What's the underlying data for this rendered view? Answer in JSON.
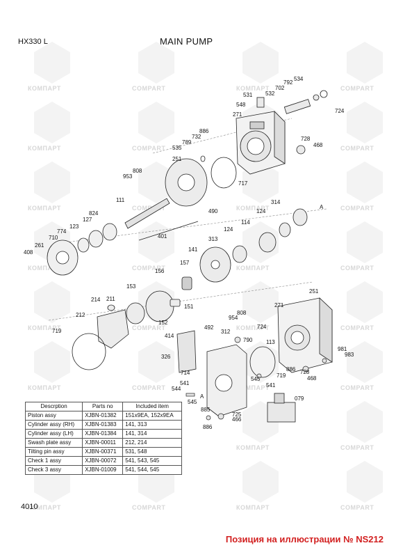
{
  "header": {
    "model": "HX330 L",
    "title": "MAIN PUMP"
  },
  "page_number": "4010",
  "footer_note": "Позиция на иллюстрации № NS212",
  "watermark": {
    "brand_ru": "КОМПАРТ",
    "brand_en": "COMPART"
  },
  "section_letters": [
    "A",
    "A"
  ],
  "callouts": [
    "534",
    "792",
    "702",
    "532",
    "531",
    "548",
    "724",
    "271",
    "886",
    "732",
    "728",
    "789",
    "468",
    "535",
    "251",
    "808",
    "717",
    "953",
    "111",
    "490",
    "314",
    "824",
    "124",
    "127",
    "123",
    "114",
    "774",
    "401",
    "710",
    "124",
    "313",
    "261",
    "408",
    "141",
    "157",
    "156",
    "153",
    "214",
    "211",
    "212",
    "151",
    "152",
    "251",
    "271",
    "808",
    "954",
    "724",
    "719",
    "492",
    "312",
    "113",
    "414",
    "790",
    "981",
    "983",
    "326",
    "886",
    "719",
    "714",
    "728",
    "468",
    "541",
    "545",
    "544",
    "541",
    "545",
    "079",
    "725",
    "466",
    "885",
    "886"
  ],
  "parts_table": {
    "headers": [
      "Descrption",
      "Parts no",
      "Included item"
    ],
    "rows": [
      [
        "Piston assy",
        "XJBN-01382",
        "151x9EA, 152x9EA"
      ],
      [
        "Cylinder assy (RH)",
        "XJBN-01383",
        "141, 313"
      ],
      [
        "Cylinder assy (LH)",
        "XJBN-01384",
        "141, 314"
      ],
      [
        "Swash plate assy",
        "XJBN-00011",
        "212, 214"
      ],
      [
        "Tilting pin assy",
        "XJBN-00371",
        "531, 548"
      ],
      [
        "Check 1 assy",
        "XJBN-00072",
        "541, 543, 545"
      ],
      [
        "Check 3 assy",
        "XJBN-01009",
        "541, 544, 545"
      ]
    ]
  }
}
